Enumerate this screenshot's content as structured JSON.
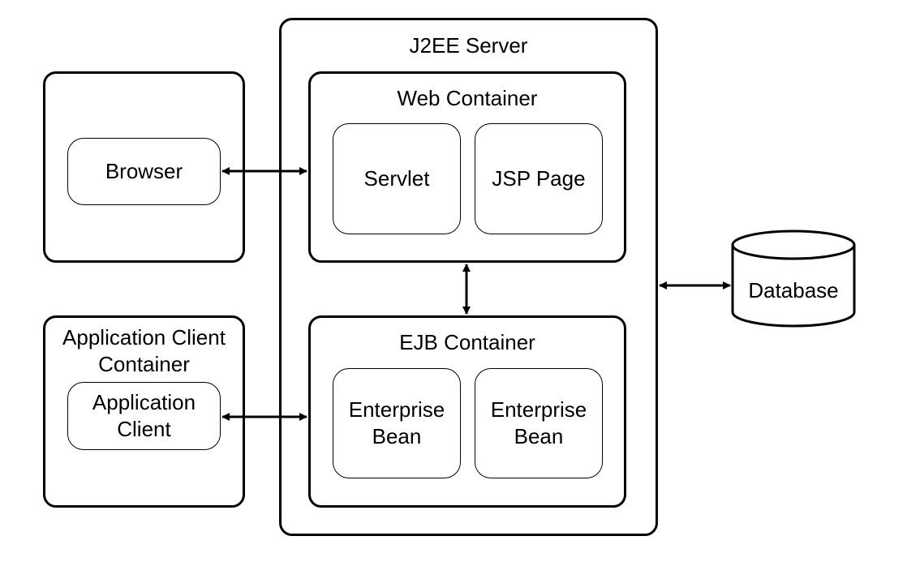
{
  "diagram": {
    "server": {
      "title": "J2EE Server"
    },
    "web_container": {
      "title": "Web Container",
      "components": [
        "Servlet",
        "JSP Page"
      ]
    },
    "ejb_container": {
      "title": "EJB Container",
      "components": [
        "Enterprise\nBean",
        "Enterprise\nBean"
      ]
    },
    "client_browser": {
      "component": "Browser"
    },
    "client_app": {
      "title": "Application Client\nContainer",
      "component": "Application\nClient"
    },
    "database": {
      "label": "Database"
    }
  }
}
